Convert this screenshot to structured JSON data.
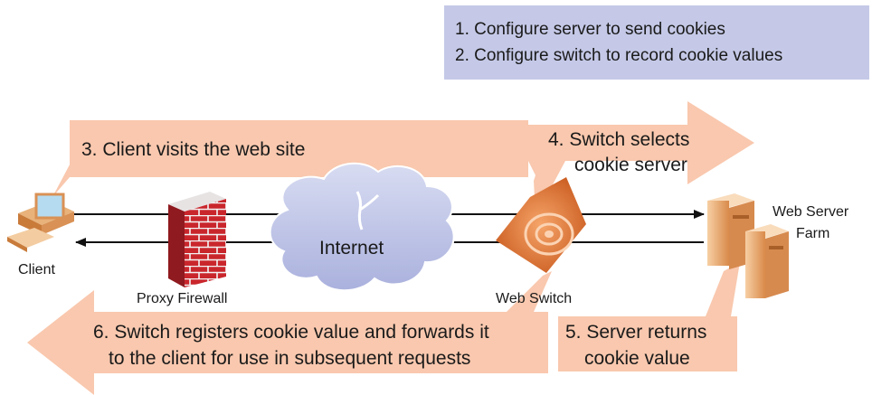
{
  "steps_box": {
    "line1": "1. Configure server to send cookies",
    "line2": "2. Configure switch to record cookie values"
  },
  "callouts": {
    "step3": "3. Client visits the web site",
    "step4_line1": "4. Switch selects",
    "step4_line2": "cookie server",
    "step5_line1": "5. Server returns",
    "step5_line2": "cookie value",
    "step6_line1": "6. Switch registers cookie value and forwards it",
    "step6_line2": "to the client for use in subsequent requests"
  },
  "nodes": {
    "client": "Client",
    "firewall": "Proxy Firewall",
    "internet": "Internet",
    "switch": "Web Switch",
    "server_line1": "Web Server",
    "server_line2": "Farm"
  },
  "colors": {
    "callout_fill": "#f9c8ae",
    "steps_box_fill": "#c5c9e7",
    "cloud_fill": "#c8cdea",
    "firewall_brick": "#c9262c",
    "switch_orange": "#e67c3a",
    "server_tan": "#f0b985"
  }
}
